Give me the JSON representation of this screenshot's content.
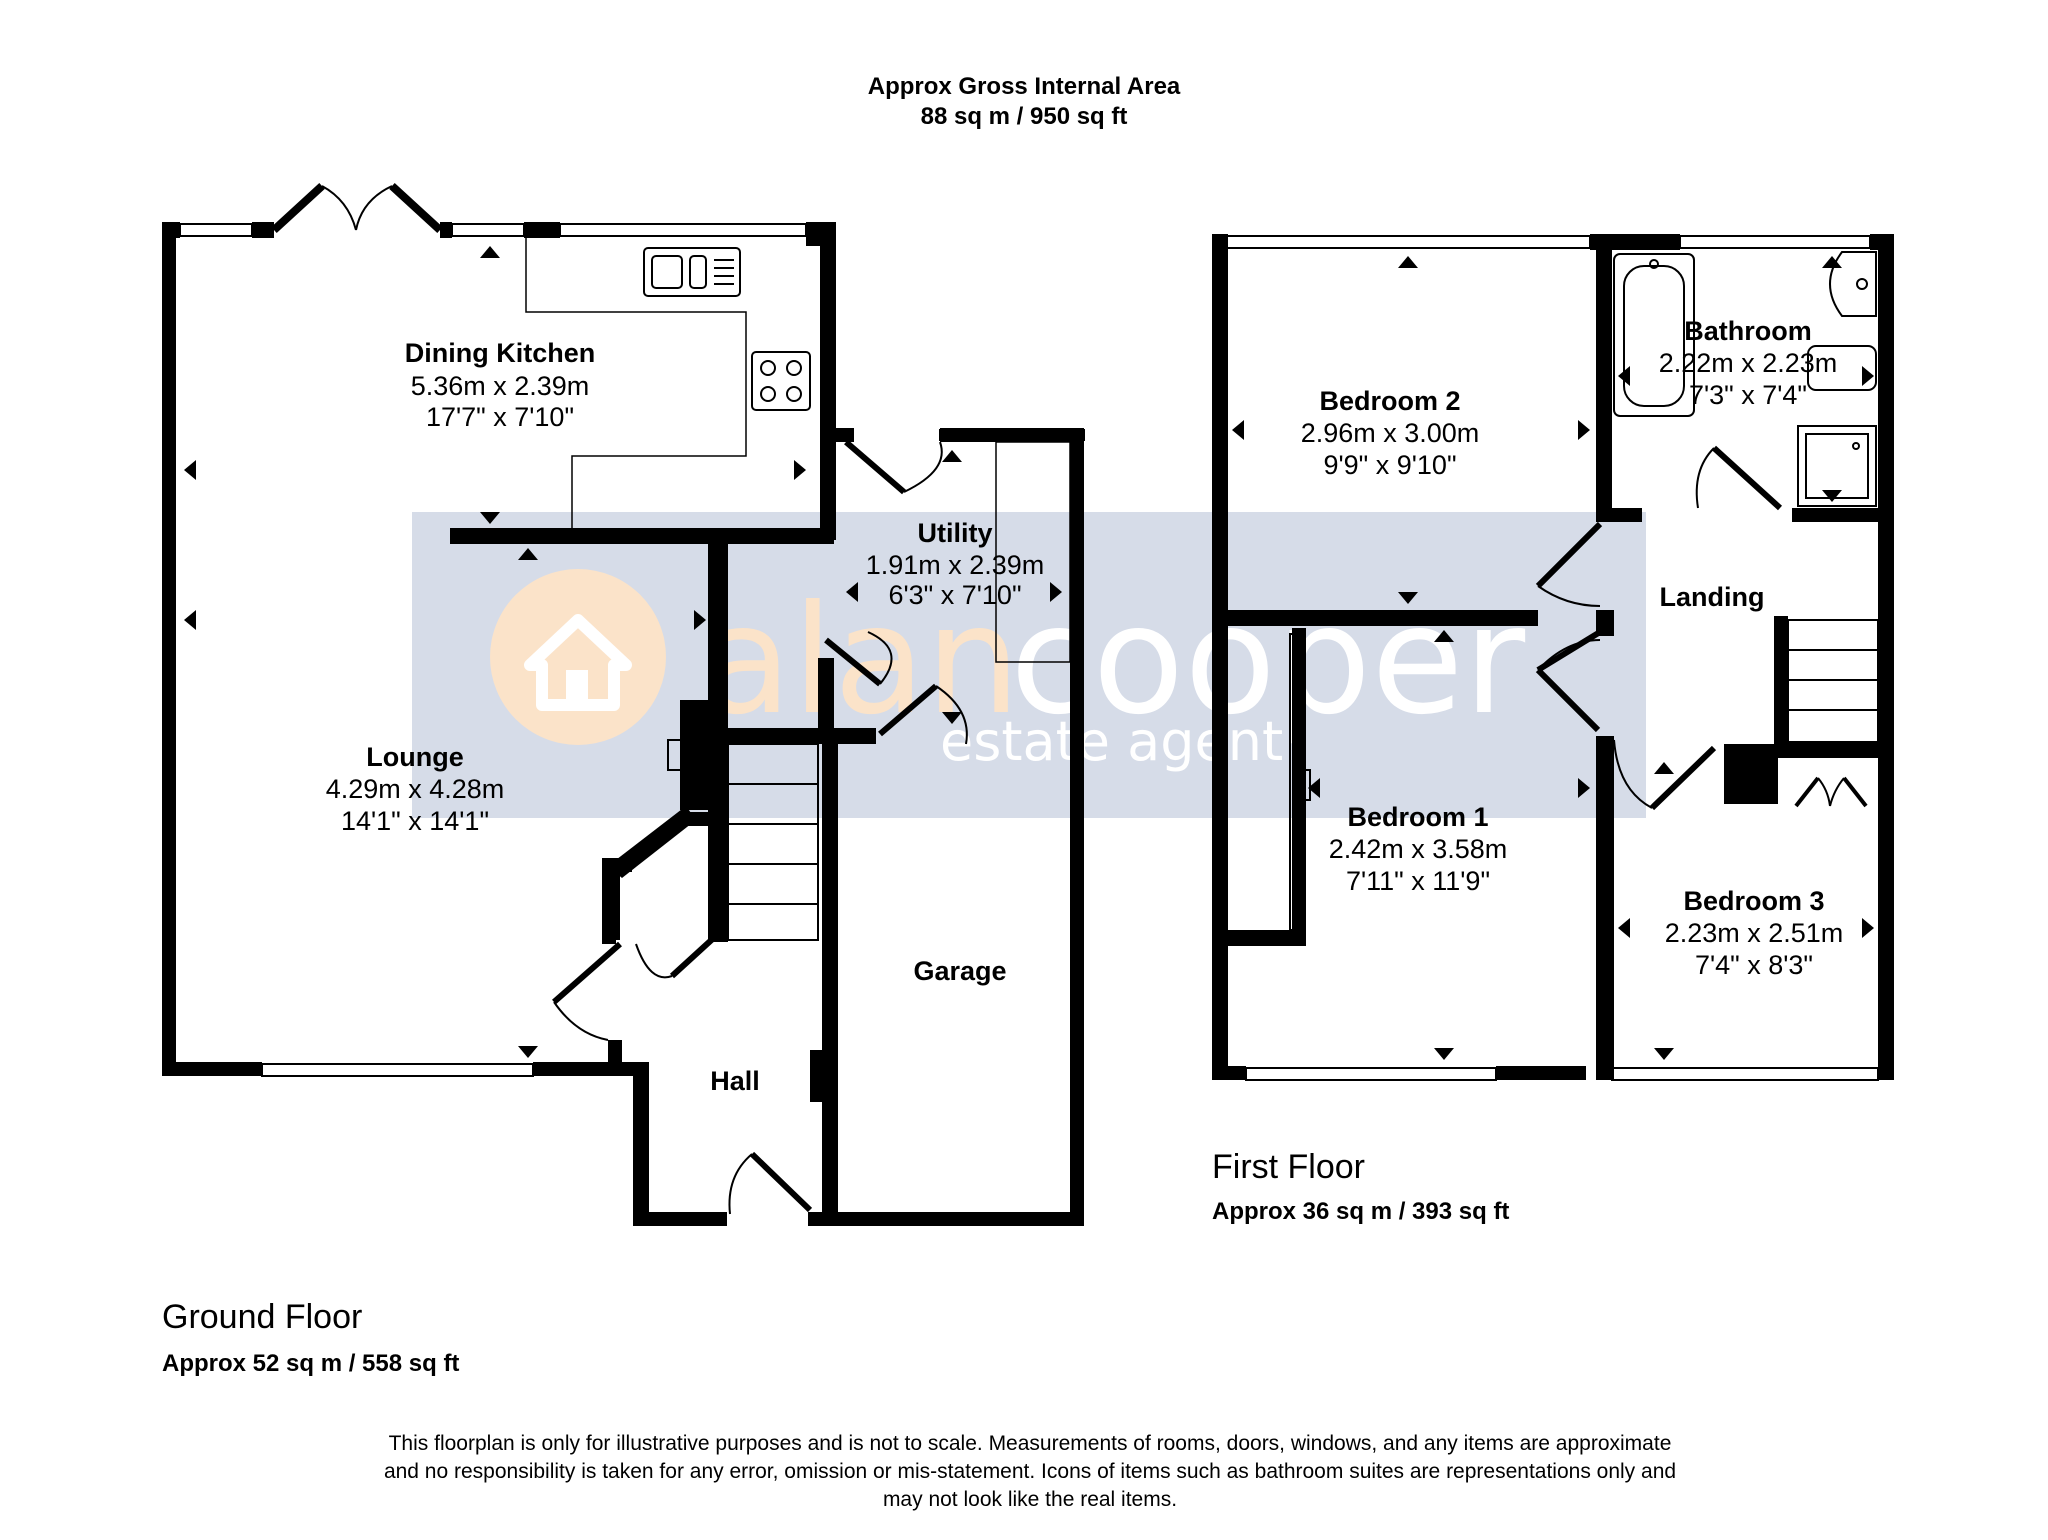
{
  "header": {
    "title": "Approx Gross Internal Area",
    "area": "88 sq m / 950 sq ft"
  },
  "watermark": {
    "brand_part1": "alan",
    "brand_part2": "cooper",
    "tagline": "estate agent",
    "logo_color": "#fbe3c9",
    "band_color": "#cfd6e4"
  },
  "ground_floor": {
    "title": "Ground Floor",
    "area": "Approx 52 sq m / 558 sq ft",
    "rooms": {
      "dining_kitchen": {
        "name": "Dining Kitchen",
        "metric": "5.36m x 2.39m",
        "imperial": "17'7\" x 7'10\""
      },
      "utility": {
        "name": "Utility",
        "metric": "1.91m x 2.39m",
        "imperial": "6'3\" x 7'10\""
      },
      "lounge": {
        "name": "Lounge",
        "metric": "4.29m x 4.28m",
        "imperial": "14'1\" x 14'1\""
      },
      "garage": {
        "name": "Garage"
      },
      "hall": {
        "name": "Hall"
      }
    }
  },
  "first_floor": {
    "title": "First Floor",
    "area": "Approx 36 sq m / 393 sq ft",
    "rooms": {
      "bedroom2": {
        "name": "Bedroom 2",
        "metric": "2.96m x 3.00m",
        "imperial": "9'9\" x 9'10\""
      },
      "bathroom": {
        "name": "Bathroom",
        "metric": "2.22m x 2.23m",
        "imperial": "7'3\" x 7'4\""
      },
      "landing": {
        "name": "Landing"
      },
      "bedroom1": {
        "name": "Bedroom 1",
        "metric": "2.42m x 3.58m",
        "imperial": "7'11\" x 11'9\""
      },
      "bedroom3": {
        "name": "Bedroom 3",
        "metric": "2.23m x 2.51m",
        "imperial": "7'4\" x 8'3\""
      }
    }
  },
  "disclaimer": {
    "line1": "This floorplan is only for illustrative purposes and is not to scale. Measurements of rooms, doors, windows, and any items are approximate",
    "line2": "and no responsibility is taken for any error, omission or mis-statement. Icons of items such as bathroom suites are representations only and",
    "line3": "may not look like the real items."
  }
}
